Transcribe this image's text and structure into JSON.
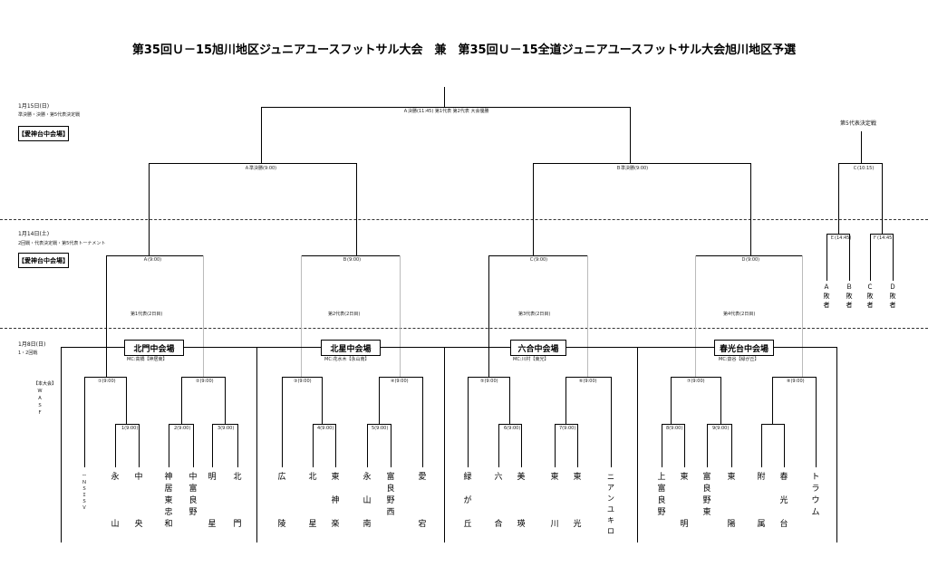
{
  "title": "第35回Ｕ－15旭川地区ジュニアユースフットサル大会　兼　第35回Ｕ－15全道ジュニアユースフットサル大会旭川地区予選",
  "days": [
    {
      "date": "1月15日(日)",
      "note": "準決勝・決勝・第5代表決定戦",
      "venue": "【愛神台中会場】"
    },
    {
      "date": "1月14日(土)",
      "note": "2回戦・代表決定戦・第5代表トーナメント",
      "venue": "【愛神台中会場】"
    },
    {
      "date": "1月8日(日)",
      "note": "1・2回戦"
    }
  ],
  "top_labels": {
    "final": "Ａ決勝(11:45) 第1代表 第2代表 大会優勝",
    "sf_left": "Ａ準決勝(9:00)",
    "sf_right": "Ｂ準決勝(9:00)",
    "fifth_title": "第5代表決定戦",
    "fifth_match": "Ｃ(10:15)"
  },
  "r2_labels": [
    "Ａ(9:00)",
    "Ｂ(9:00)",
    "Ｃ(9:00)",
    "Ｄ(9:00)"
  ],
  "fifth_r1": [
    "Ｅ(14:45)",
    "Ｆ(14:45)"
  ],
  "rep_labels": [
    "第1代表(2日目)",
    "第2代表(2日目)",
    "第3代表(2日目)",
    "第4代表(2日目)"
  ],
  "loser_labels": [
    "Ａ敗者",
    "Ｂ敗者",
    "Ｃ敗者",
    "Ｄ敗者"
  ],
  "venues": [
    {
      "name": "北門中会場",
      "ref": "MC:高橋【神居東】"
    },
    {
      "name": "北星中会場",
      "ref": "MC:花水木【永山南】"
    },
    {
      "name": "六合中会場",
      "ref": "MC:川村【東光】"
    },
    {
      "name": "春光台中会場",
      "ref": "MC:齋谷【緑が丘】"
    }
  ],
  "r1_matches": [
    "①(9:00)",
    "②(9:00)",
    "③(9:00)",
    "④(9:00)",
    "⑤(9:00)",
    "⑥(9:00)",
    "⑦(9:00)",
    "⑧(9:00)"
  ],
  "r0_matches": [
    "1(9:00)",
    "2(9:00)",
    "3(9:00)",
    "4(9:00)",
    "5(9:00)",
    "6(9:00)",
    "7(9:00)",
    "8(9:00)",
    "9(9:00)"
  ],
  "side_note": "【本大会】\nＷ\nＡ\nＳ\nＦ",
  "teams": [
    "ー\nＮ\nＳ\nＩ\nＳ\nＶ",
    "永\n\n\n\n山",
    "中\n\n\n\n央",
    "神\n居\n東\n忠\n和",
    "中\n富\n良\n野",
    "明\n\n\n\n星",
    "北\n\n\n\n門",
    "広\n\n\n\n陵",
    "北\n\n\n\n星",
    "東\n\n神\n\n楽",
    "永\n\n山\n\n南",
    "富\n良\n野\n西",
    "愛\n\n\n\n宕",
    "緑\n\nが\n\n丘",
    "六\n\n\n\n合",
    "美\n\n\n\n瑛",
    "東\n\n\n\n川",
    "東\n\n\n\n光",
    "ニ\nア\nン\nユ\nキ\nロ",
    "上\n富\n良\n野",
    "東\n\n\n\n明",
    "富\n良\n野\n東",
    "東\n\n\n\n陽",
    "附\n\n\n\n属",
    "春\n\n光\n\n台",
    "ト\nラ\nウ\nム"
  ]
}
